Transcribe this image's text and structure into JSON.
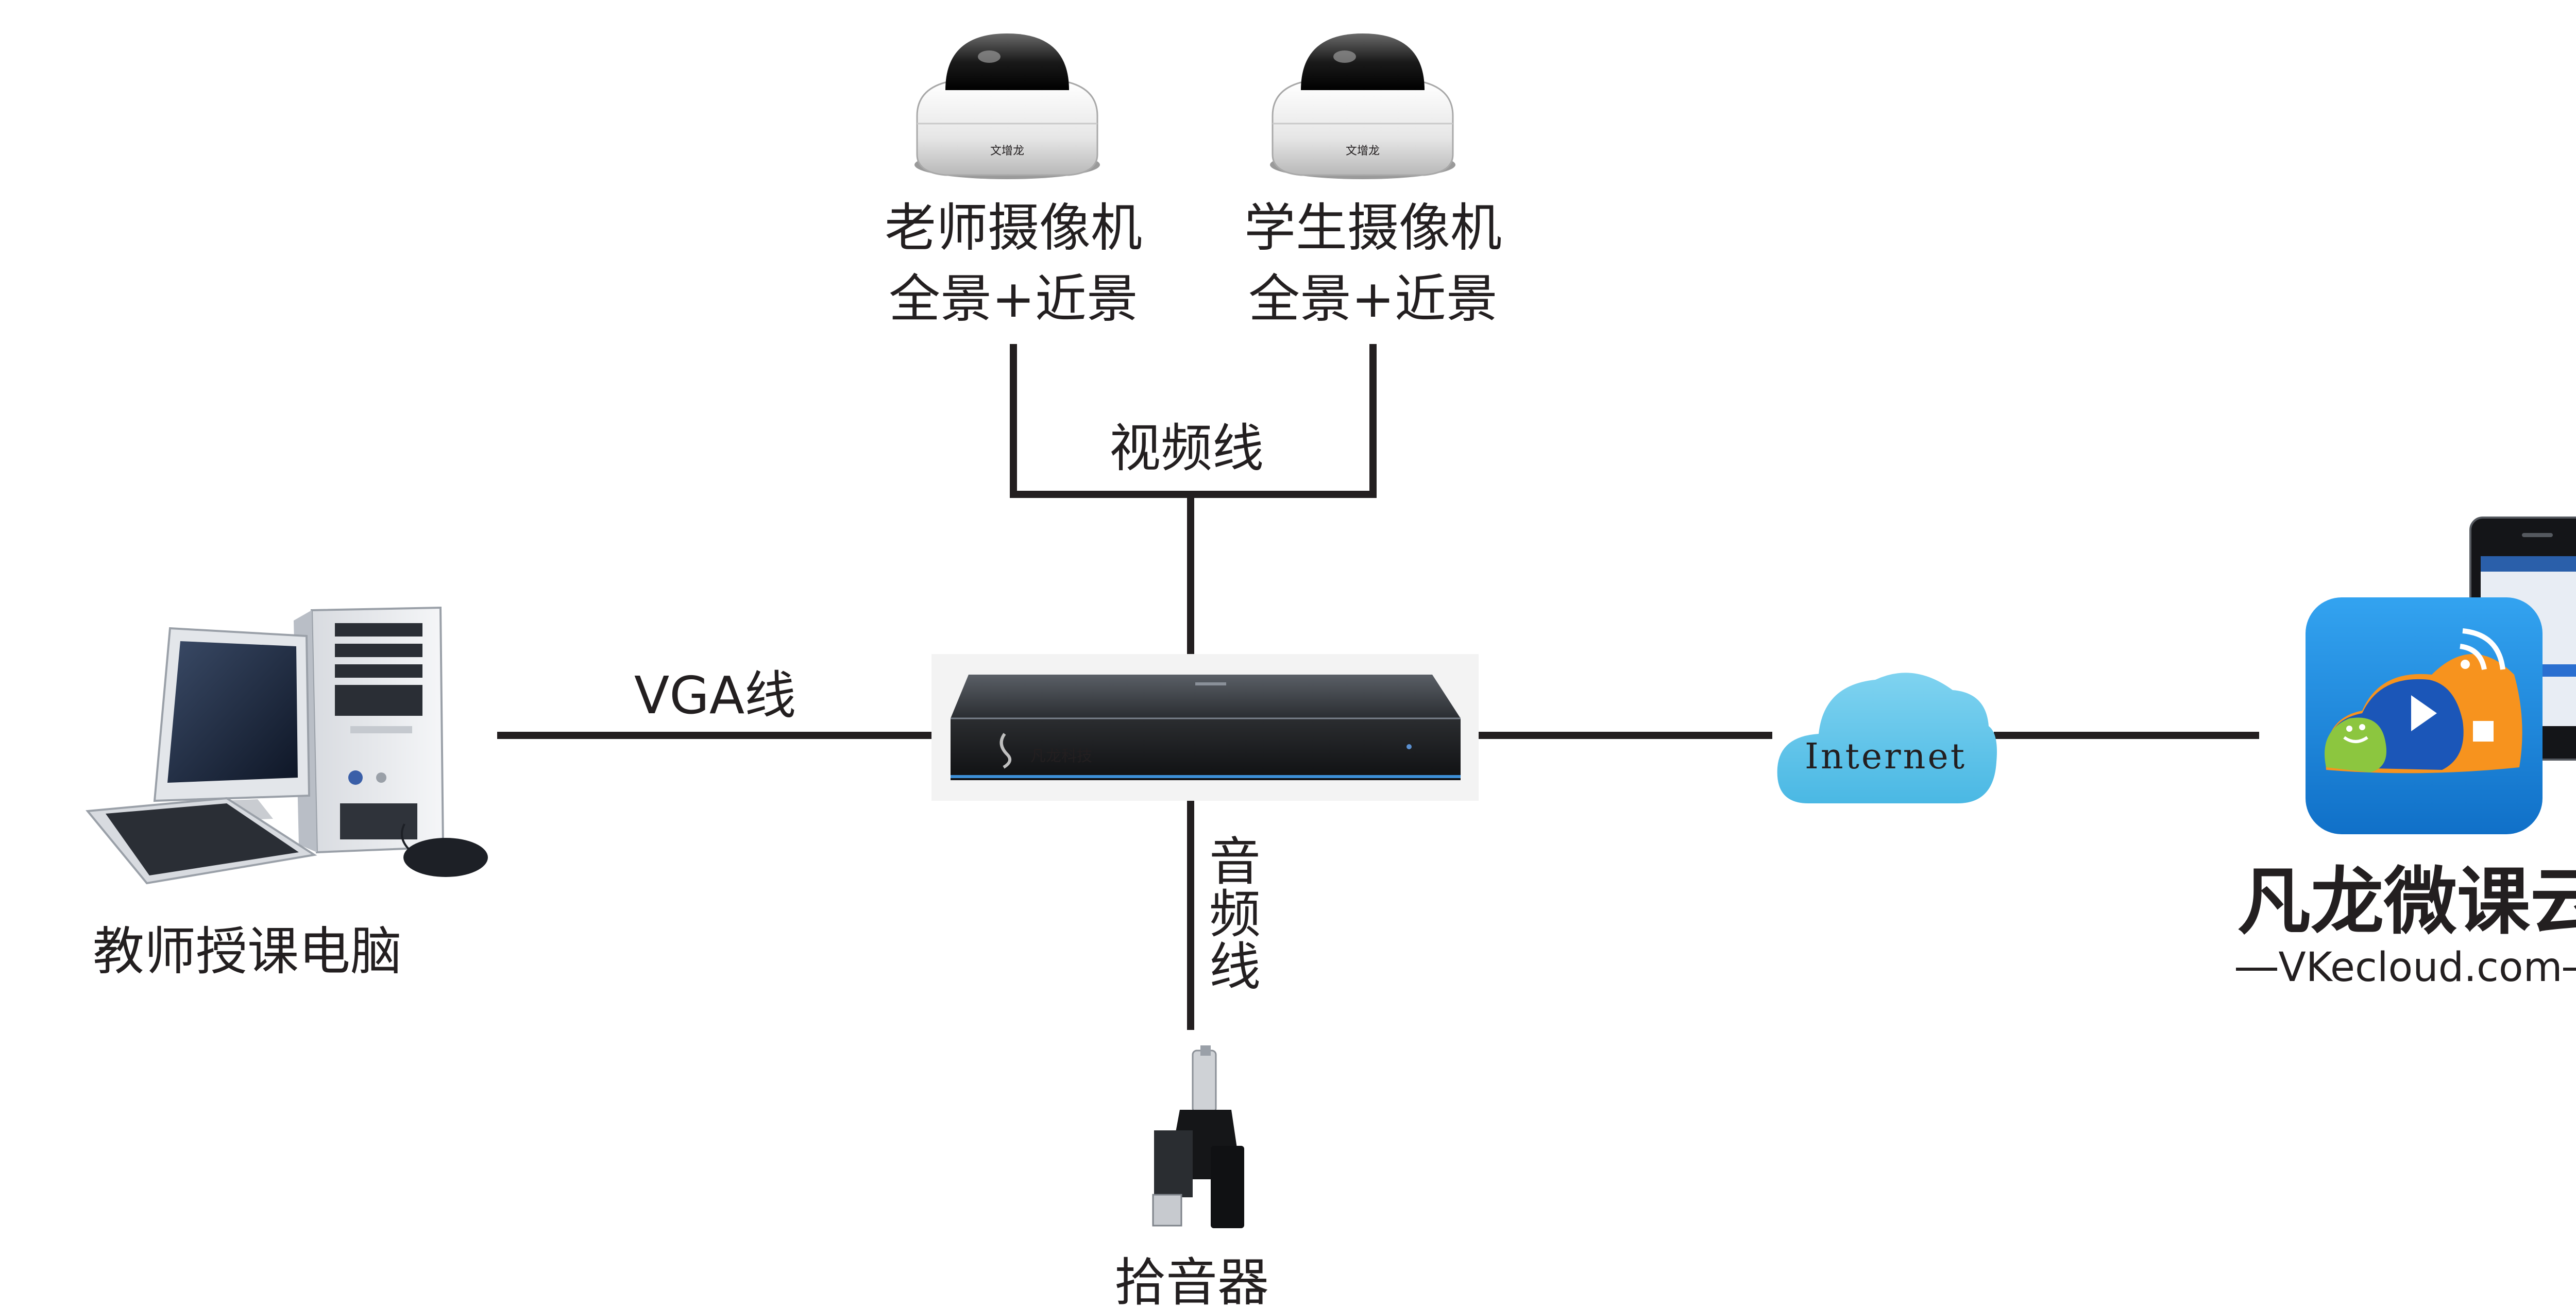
{
  "cameras": {
    "teacher": {
      "title": "老师摄像机",
      "subtitle": "全景+近景",
      "brand_mark": "文增龙"
    },
    "student": {
      "title": "学生摄像机",
      "subtitle": "全景+近景",
      "brand_mark": "文增龙"
    }
  },
  "connections": {
    "video_cable": "视频线",
    "vga_cable": "VGA线",
    "audio_cable_chars": [
      "音",
      "频",
      "线"
    ],
    "internet": "Internet"
  },
  "recorder": {
    "logo_text": "凡龙科技",
    "icon": "recorder-box-icon"
  },
  "pc": {
    "label": "教师授课电脑",
    "icon": "desktop-computer-icon"
  },
  "microphone": {
    "label": "拾音器",
    "icon": "microphone-icon"
  },
  "cloud_service": {
    "brand_name": "凡龙微课云",
    "domain": "VKecloud.com",
    "app_icon": "vkecloud-app-icon",
    "phone_icon": "smartphone-icon"
  },
  "colors": {
    "line": "#231f20",
    "text": "#231f20",
    "cloud": "#5fc4e8",
    "app_blue": "#1f8fe0",
    "app_orange": "#f7931e",
    "app_green": "#8cc63f"
  }
}
